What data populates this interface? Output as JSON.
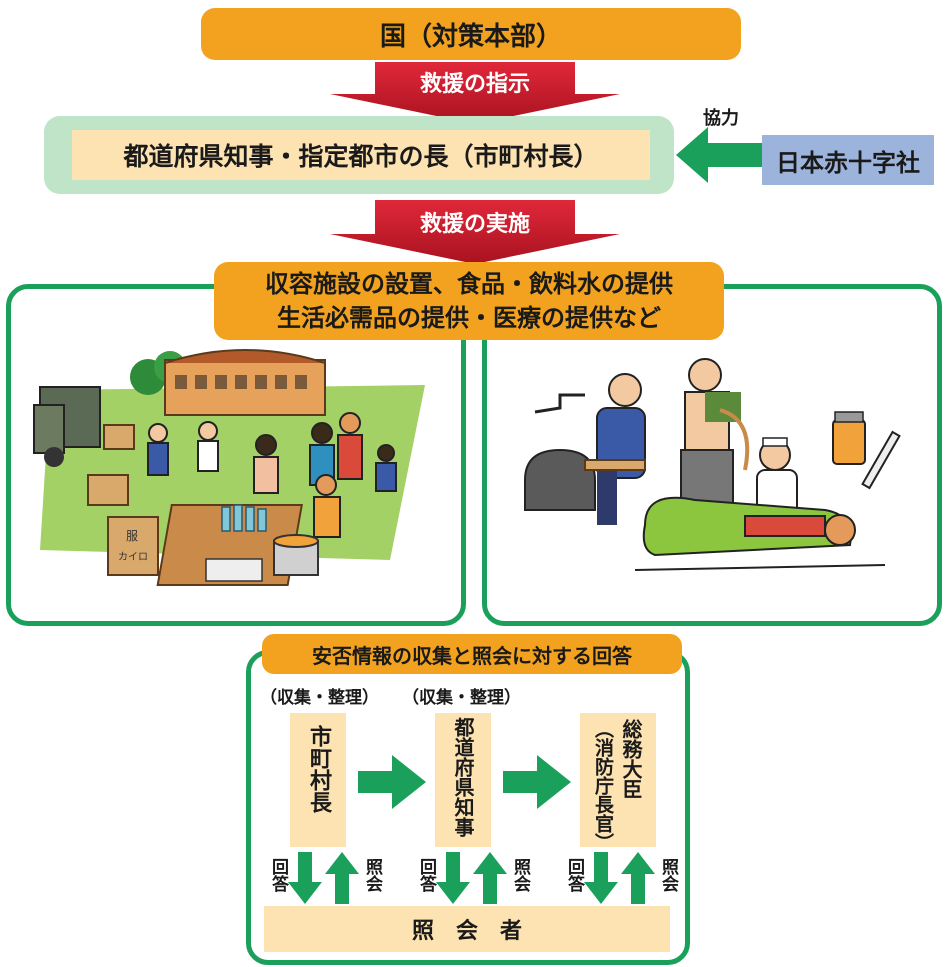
{
  "top_box": "国（対策本部）",
  "arrow1": "救援の指示",
  "prefecture_box": "都道府県知事・指定都市の長（市町村長）",
  "cooperation_label": "協力",
  "red_cross": "日本赤十字社",
  "arrow2": "救援の実施",
  "services_line1": "収容施設の設置、食品・飲料水の提供",
  "services_line2": "生活必需品の提供・医療の提供など",
  "illustration_box_labels": [
    "服",
    "カイロ"
  ],
  "safety": {
    "title": "安否情報の収集と照会に対する回答",
    "collect1": "（収集・整理）",
    "collect2": "（収集・整理）",
    "col1": "市町村長",
    "col2": "都道府県知事",
    "col3a": "総務大臣",
    "col3b": "（消防庁長官）",
    "answer": "回答",
    "inquiry": "照会",
    "bottom": "照　会　者"
  },
  "colors": {
    "orange": "#f2a21e",
    "red": "#c41a2b",
    "green": "#1aa05a",
    "cream": "#fde3b2",
    "blue": "#9cb4db"
  }
}
